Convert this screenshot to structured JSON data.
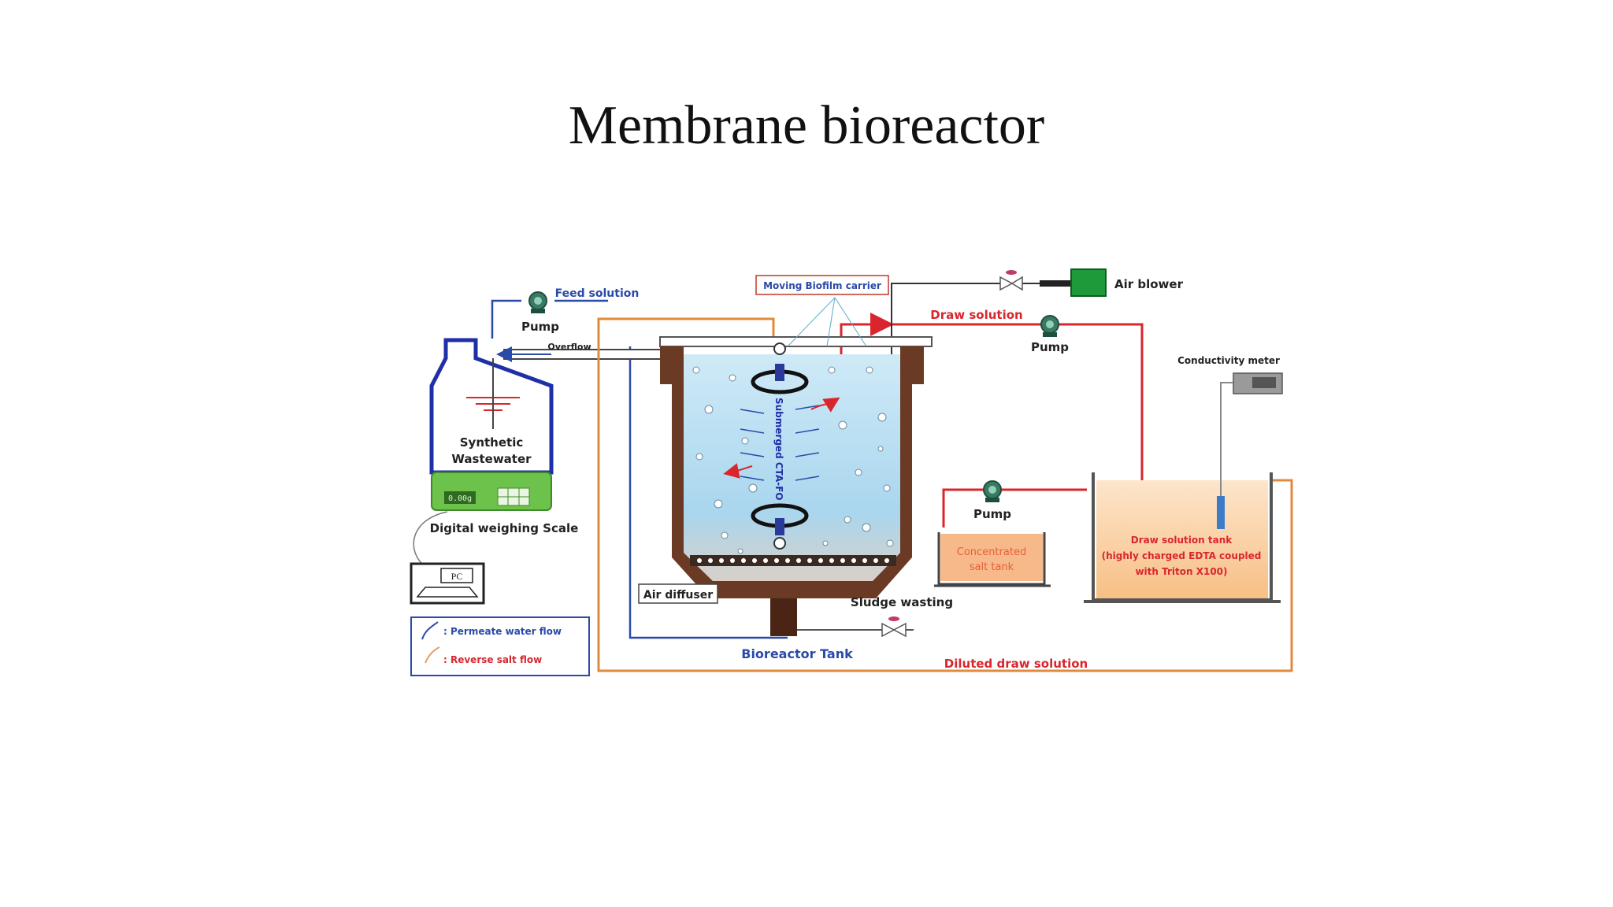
{
  "slide": {
    "title": "Membrane bioreactor"
  },
  "labels": {
    "feed_solution": "Feed solution",
    "pump_left": "Pump",
    "overflow": "Overflow",
    "synthetic_line1": "Synthetic",
    "synthetic_line2": "Wastewater",
    "scale_display": "0.00g",
    "digital_scale": "Digital weighing Scale",
    "pc": "PC",
    "moving_biofilm": "Moving Biofilm carrier",
    "submerged_module": "Submerged CTA-FO",
    "air_diffuser": "Air diffuser",
    "bioreactor_tank": "Bioreactor Tank",
    "sludge_wasting": "Sludge wasting",
    "air_blower": "Air blower",
    "draw_solution": "Draw solution",
    "pump_top": "Pump",
    "pump_mid": "Pump",
    "conductivity_meter": "Conductivity meter",
    "conc_salt_line1": "Concentrated",
    "conc_salt_line2": "salt tank",
    "draw_tank_line1": "Draw solution tank",
    "draw_tank_line2": "(highly charged EDTA coupled",
    "draw_tank_line3": "with Triton X100)",
    "diluted_draw": "Diluted draw solution"
  },
  "legend": {
    "permeate": ": Permeate water flow",
    "reverse_salt": ": Reverse salt flow"
  },
  "colors": {
    "blue_line": "#2a4aa8",
    "red_line": "#d9262e",
    "orange_line": "#e08a3c",
    "tank_brown": "#6b3a24",
    "water": "#bfe3f4",
    "scale_green": "#6cc24a",
    "blower_green": "#1f9a3a",
    "draw_fill": "#f8c690"
  }
}
